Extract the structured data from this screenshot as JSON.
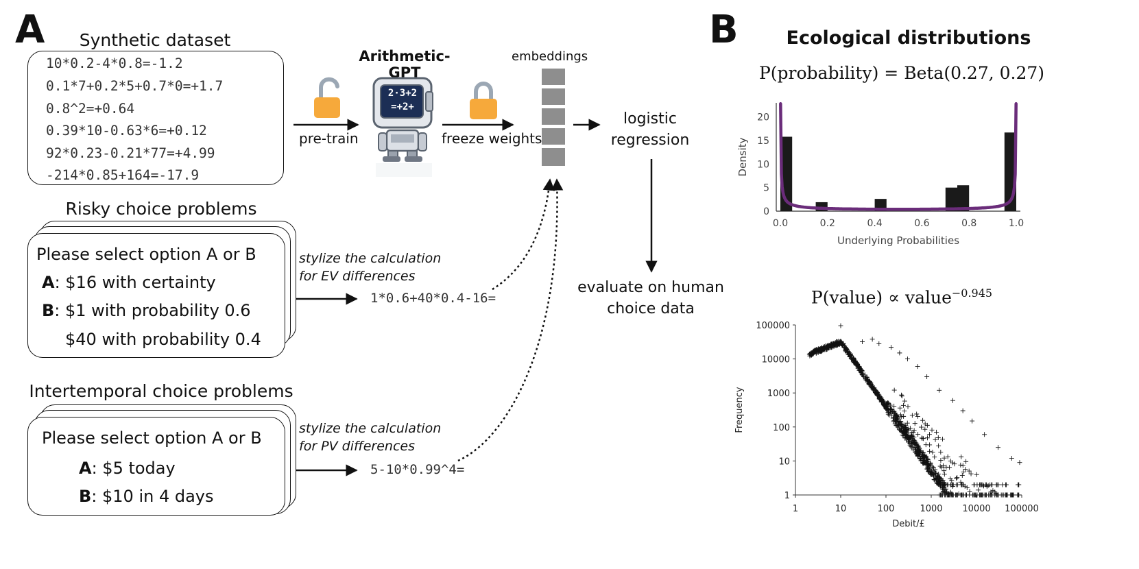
{
  "panel_a": {
    "letter": "A",
    "dataset": {
      "title": "Synthetic dataset",
      "lines": [
        "10*0.2-4*0.8=-1.2",
        "0.1*7+0.2*5+0.7*0=+1.7",
        "0.8^2=+0.64",
        "0.39*10-0.63*6=+0.12",
        "92*0.23-0.21*77=+4.99",
        "-214*0.85+164=-17.9"
      ]
    },
    "model_title": "Arithmetic-GPT",
    "model_screen_lines": [
      "2·3+2",
      "=+2+"
    ],
    "pretrain_label": "pre-train",
    "freeze_label": "freeze weights",
    "embeddings_label": "embeddings",
    "regression_line1": "logistic",
    "regression_line2": "regression",
    "evaluate_line1": "evaluate on human",
    "evaluate_line2": "choice data",
    "risky": {
      "title": "Risky choice problems",
      "prompt": "Please select option A or B",
      "a_key": "A",
      "a_text": ": $16 with certainty",
      "b_key": "B",
      "b_text": ": $1 with probability 0.6",
      "b_text2": "$40 with probability 0.4",
      "stylize_line1": "stylize the calculation",
      "stylize_line2": "for EV differences",
      "expression": "1*0.6+40*0.4-16="
    },
    "intertemporal": {
      "title": "Intertemporal choice problems",
      "prompt": "Please select option A or B",
      "a_key": "A",
      "a_text": ": $5 today",
      "b_key": "B",
      "b_text": ": $10 in 4 days",
      "stylize_line1": "stylize the calculation",
      "stylize_line2": "for PV differences",
      "expression": "5-10*0.99^4="
    },
    "colors": {
      "lock": "#F6A93B",
      "shackle": "#9BA7B4",
      "embedding": "#8E8E8E"
    }
  },
  "panel_b": {
    "letter": "B",
    "title": "Ecological distributions",
    "beta_formula_lhs": "P(probability) = Beta(0.27, 0.27)",
    "power_formula_lhs": "P(value) ∝ value",
    "power_formula_exp": "−0.945",
    "series_color": "#6A2C7A"
  },
  "chart_data": [
    {
      "type": "bar",
      "xlabel": "Underlying Probabilities",
      "ylabel": "Density",
      "xlim": [
        0,
        1
      ],
      "ylim": [
        0,
        23
      ],
      "xticks": [
        "0.0",
        "0.2",
        "0.4",
        "0.6",
        "0.8",
        "1.0"
      ],
      "yticks": [
        "0",
        "5",
        "10",
        "15",
        "20"
      ],
      "bins": [
        {
          "x0": 0.0,
          "x1": 0.05,
          "value": 15.8
        },
        {
          "x0": 0.15,
          "x1": 0.2,
          "value": 1.9
        },
        {
          "x0": 0.4,
          "x1": 0.45,
          "value": 2.6
        },
        {
          "x0": 0.7,
          "x1": 0.75,
          "value": 5.0
        },
        {
          "x0": 0.75,
          "x1": 0.8,
          "value": 5.5
        },
        {
          "x0": 0.95,
          "x1": 1.0,
          "value": 16.7
        }
      ],
      "curve": {
        "name": "Beta(0.27, 0.27)",
        "alpha": 0.27,
        "beta": 0.27
      },
      "grid": false
    },
    {
      "type": "scatter",
      "xlabel": "Debit/£",
      "ylabel": "Frequency",
      "xscale": "log",
      "yscale": "log",
      "xlim": [
        1,
        100000
      ],
      "ylim": [
        1,
        100000
      ],
      "xticks": [
        "1",
        "10",
        "100",
        "1000",
        "10000",
        "100000"
      ],
      "yticks": [
        "1",
        "10",
        "100",
        "1000",
        "10000",
        "100000"
      ],
      "trend": {
        "x_start": 2,
        "y_start": 13000,
        "peak_x": 10,
        "peak_y": 30000,
        "slope": -1.9
      },
      "outliers": [
        [
          10,
          95000
        ],
        [
          30,
          32000
        ],
        [
          50,
          38000
        ],
        [
          70,
          28000
        ],
        [
          130,
          22000
        ],
        [
          200,
          15000
        ],
        [
          300,
          10000
        ],
        [
          500,
          6000
        ],
        [
          800,
          3000
        ],
        [
          1500,
          1200
        ],
        [
          3000,
          600
        ],
        [
          5000,
          300
        ],
        [
          8000,
          150
        ],
        [
          15000,
          60
        ],
        [
          30000,
          25
        ],
        [
          60000,
          12
        ],
        [
          90000,
          9
        ]
      ],
      "grid": false
    }
  ]
}
